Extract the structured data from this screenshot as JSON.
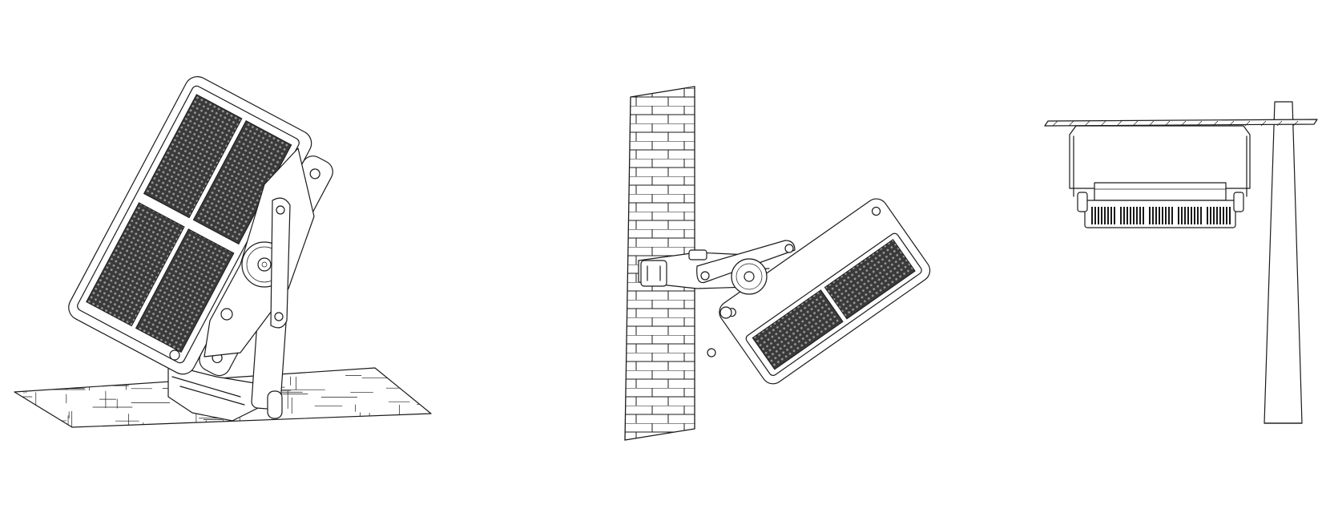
{
  "figure": {
    "views": [
      {
        "id": "ground-mount",
        "mounting": "ground"
      },
      {
        "id": "wall-mount",
        "mounting": "wall"
      },
      {
        "id": "pole-mount",
        "mounting": "pole"
      }
    ],
    "line_color": "#1a1a1a",
    "background": "#ffffff"
  }
}
